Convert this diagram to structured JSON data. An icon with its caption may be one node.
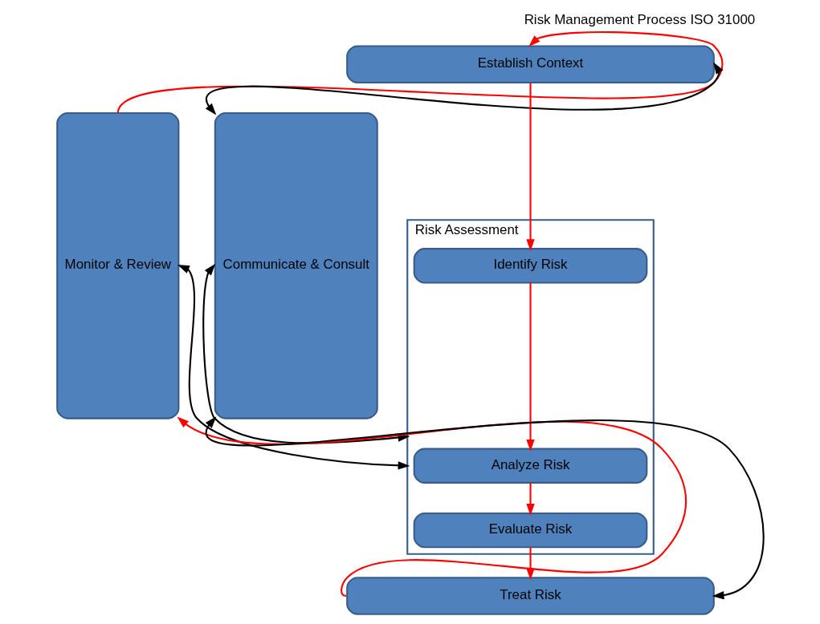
{
  "diagram": {
    "title": "Risk Management Process ISO 31000",
    "nodes": [
      {
        "text": [
          "Monitor & Review"
        ]
      },
      {
        "text": [
          "Establish Context"
        ]
      },
      {
        "text": [
          "Communicate & Consult"
        ]
      },
      {
        "text": [
          "Risk Assessment"
        ]
      },
      {
        "text": [
          "Identify Risk"
        ],
        "in": 3
      },
      {
        "text": [
          "Analyze Risk"
        ],
        "in": 3
      },
      {
        "text": [
          "Evaluate Risk"
        ],
        "in": 3
      },
      {
        "text": [
          "Treat Risk"
        ]
      }
    ],
    "edges": [
      {
        "from": 0,
        "to": 1,
        "arrow": "to"
      },
      {
        "from": 1,
        "to": 2,
        "arrow": "both",
        "color": "#000000"
      },
      {
        "from": 1,
        "to": 4,
        "arrow": "to"
      },
      {
        "from": 0,
        "to": 3,
        "arrow": "both",
        "color": "#000000"
      },
      {
        "from": 3,
        "to": 2,
        "arrow": "both",
        "color": "#000000"
      },
      {
        "from": 4,
        "to": 5,
        "arrow": "to"
      },
      {
        "from": 5,
        "to": 6,
        "arrow": "to"
      },
      {
        "from": 6,
        "to": 7,
        "arrow": "to"
      },
      {
        "from": 7,
        "to": 2,
        "arrow": "both",
        "color": "#000000"
      },
      {
        "from": 7,
        "to": 0,
        "arrow": "to"
      }
    ]
  }
}
